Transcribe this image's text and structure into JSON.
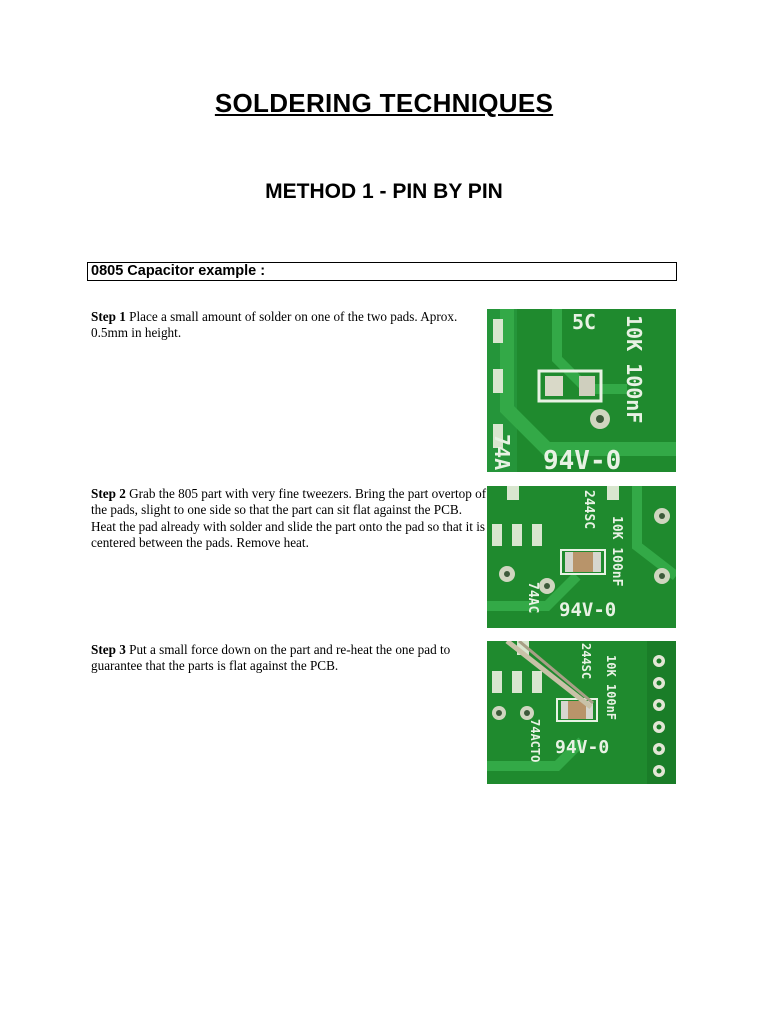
{
  "document": {
    "title": "SOLDERING TECHNIQUES",
    "subtitle": "METHOD 1 - PIN BY PIN",
    "section_heading": "0805 Capacitor example :"
  },
  "steps": [
    {
      "label": "Step 1",
      "text": "Place a small amount of solder on one of the two pads. Aprox. 0.5mm in height."
    },
    {
      "label": "Step 2",
      "text": "Grab the 805 part with very fine tweezers. Bring the part overtop of the pads, slight to one side so that the part can sit flat against the PCB. Heat the pad already with solder and slide the part onto the pad so that it is centered between the pads. Remove heat."
    },
    {
      "label": "Step 3",
      "text": "Put a small force down on the part and re-heat the one pad to guarantee that the parts is flat against the PCB."
    }
  ],
  "photos": [
    {
      "markings": [
        "5C",
        "10K 100nF",
        "74A",
        "94V-0"
      ]
    },
    {
      "markings": [
        "244SC",
        "10K 100nF",
        "74AC",
        "94V-0"
      ]
    },
    {
      "markings": [
        "244SC",
        "10K 100nF",
        "74ACTO",
        "94V-0"
      ]
    }
  ],
  "colors": {
    "pcb_green": "#1f8a2e",
    "silkscreen": "#e8f2e4",
    "trace_green": "#2fa33d"
  }
}
